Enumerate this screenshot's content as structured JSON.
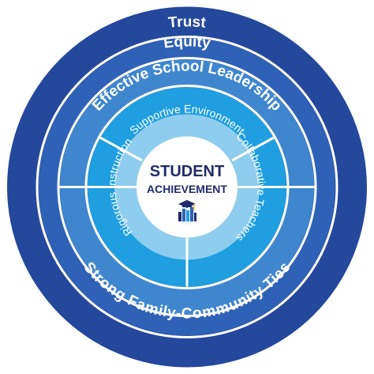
{
  "rings": {
    "trust": "Trust",
    "equity": "Equity",
    "leadership": "Effective School Leadership",
    "family": "Strong Family-Community Ties",
    "supportive": "Supportive Environment",
    "rigorous": "Rigorous Instruction",
    "collaborative": "Collaborative Teachers"
  },
  "center": {
    "line1": "STUDENT",
    "line2": "ACHIEVEMENT",
    "icon": "graduation-cap-city-icon"
  },
  "colors": {
    "trust": "#24489c",
    "equity": "#2f62b6",
    "leadership": "#3f86cf",
    "framework": "#1f9fdf",
    "center_ring": "#8fcdef",
    "center_text": "#1e2c6b",
    "divider": "#ffffff"
  }
}
